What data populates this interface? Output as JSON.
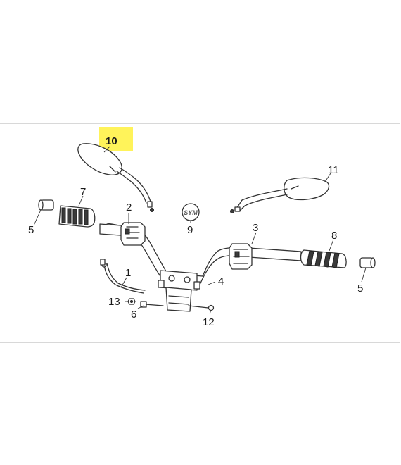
{
  "highlight_color": "#fff35a",
  "callouts": [
    {
      "id": "1",
      "label": "1"
    },
    {
      "id": "2",
      "label": "2"
    },
    {
      "id": "3",
      "label": "3"
    },
    {
      "id": "4",
      "label": "4"
    },
    {
      "id": "5a",
      "label": "5"
    },
    {
      "id": "5b",
      "label": "5"
    },
    {
      "id": "6",
      "label": "6"
    },
    {
      "id": "7",
      "label": "7"
    },
    {
      "id": "8",
      "label": "8"
    },
    {
      "id": "9",
      "label": "9"
    },
    {
      "id": "10",
      "label": "10"
    },
    {
      "id": "11",
      "label": "11"
    },
    {
      "id": "12",
      "label": "12"
    },
    {
      "id": "13",
      "label": "13"
    }
  ],
  "logo": {
    "text": "SYM"
  }
}
